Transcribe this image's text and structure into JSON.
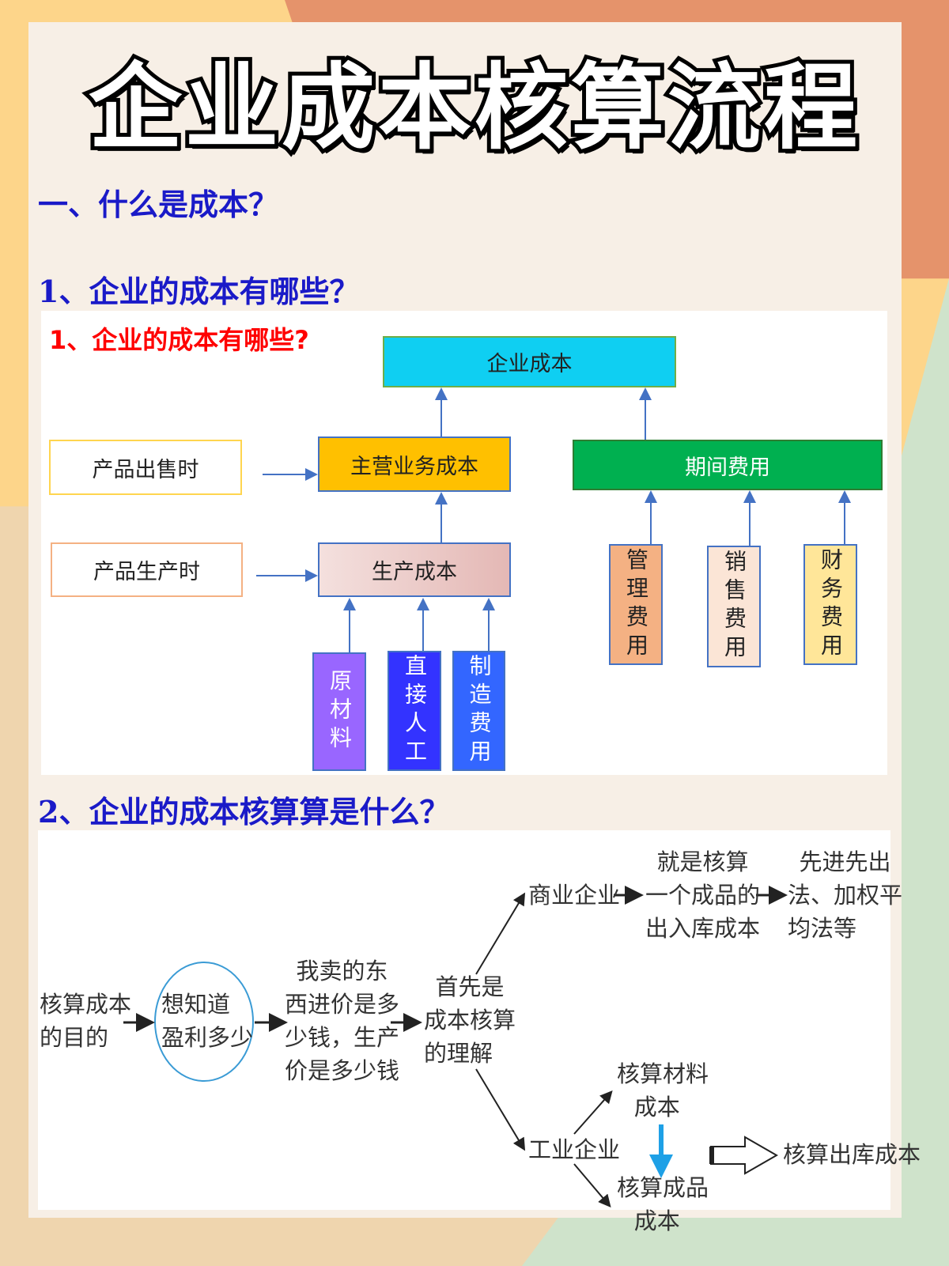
{
  "colors": {
    "bg_top_left": "#FDD58A",
    "bg_top_right": "#E5936B",
    "bg_bottom_left": "#EFD5AE",
    "bg_bottom_right": "#CFE3CB",
    "heading": "#1A1AC8",
    "red_heading": "#FF0000"
  },
  "title": "企业成本核算流程",
  "section1": {
    "heading": "一、什么是成本？",
    "sub1": "1、企业的成本有哪些？",
    "sub2": "2、企业的成本核算算是什么？"
  },
  "diagram1": {
    "inner_title": "1、企业的成本有哪些?",
    "enterprise_cost": "企业成本",
    "when_sold": "产品出售时",
    "main_business_cost": "主营业务成本",
    "period_expenses": "期间费用",
    "when_produced": "产品生产时",
    "production_cost": "生产成本",
    "admin_expenses": "管理费用",
    "sales_expenses": "销售费用",
    "finance_expenses": "财务费用",
    "raw_materials": "原材料",
    "direct_labor": "直接人工",
    "manufacturing_overhead": "制造费用"
  },
  "diagram2": {
    "purpose": "核算成本\n的目的",
    "want_profit": "想知道\n盈利多少",
    "prices": "  我卖的东\n西进价是多\n少钱，生产\n价是多少钱",
    "first_understanding": "  首先是\n成本核算\n的理解",
    "commercial": "商业企业",
    "commercial_desc": "  就是核算\n一个成品的\n出入库成本",
    "methods": "  先进先出\n法、加权平\n均法等",
    "industrial": "工业企业",
    "material_cost": "核算材料\n   成本",
    "finished_cost": "核算成品\n   成本",
    "outbound_cost": "核算出库成本"
  }
}
